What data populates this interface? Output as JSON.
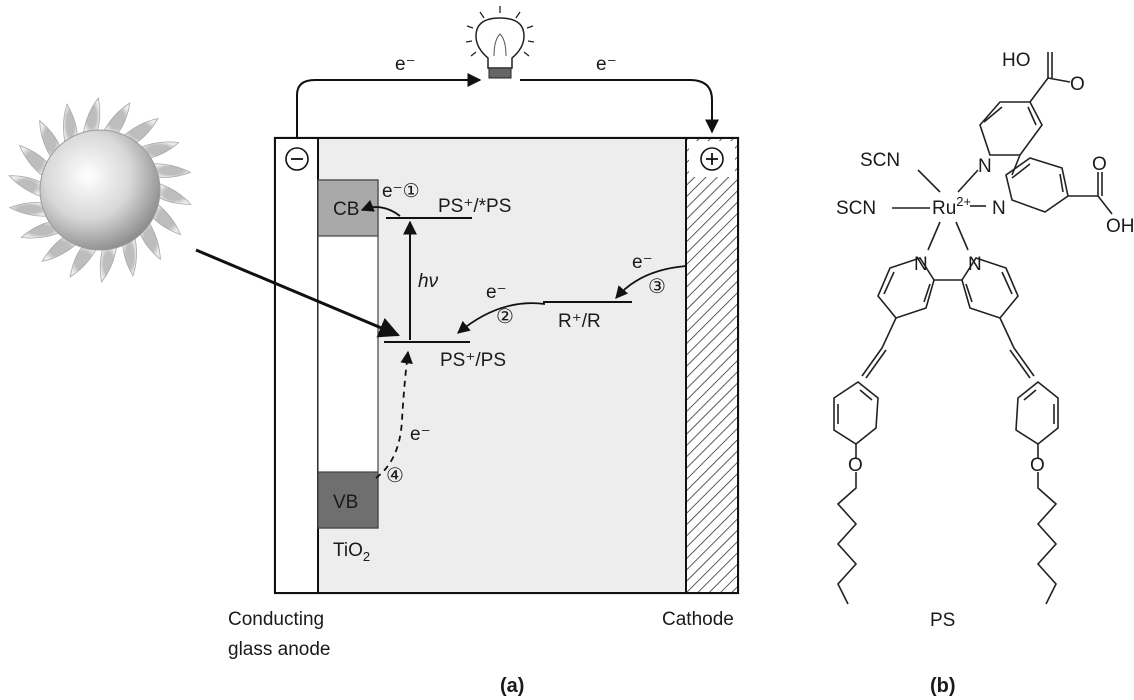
{
  "panel_a": {
    "electron_top_left": "e⁻",
    "electron_top_right": "e⁻",
    "anode_sign": "⊖",
    "cathode_sign": "⊕",
    "cb": "CB",
    "vb": "VB",
    "tio2_main": "TiO",
    "tio2_sub": "2",
    "e_step1": "e⁻①",
    "ps_excited": "PS⁺/*PS",
    "hv": "hν",
    "e_step2": "e⁻",
    "step2": "②",
    "redox": "R⁺/R",
    "e_step3": "e⁻",
    "step3": "③",
    "ps_ground": "PS⁺/PS",
    "e_step4": "e⁻",
    "step4": "④",
    "anode_label_line1": "Conducting",
    "anode_label_line2": "glass anode",
    "cathode_label": "Cathode",
    "caption": "(a)"
  },
  "panel_b": {
    "ho": "HO",
    "o_top": "O",
    "scn1": "SCN",
    "scn2": "SCN",
    "n_top": "N",
    "ru": "Ru",
    "ru_charge": "2+",
    "n_right": "N",
    "o_mid": "O",
    "oh": "OH",
    "n_left_bpy": "N",
    "n_right_bpy": "N",
    "o_left_ether": "O",
    "o_right_ether": "O",
    "ps_label": "PS",
    "caption": "(b)"
  }
}
